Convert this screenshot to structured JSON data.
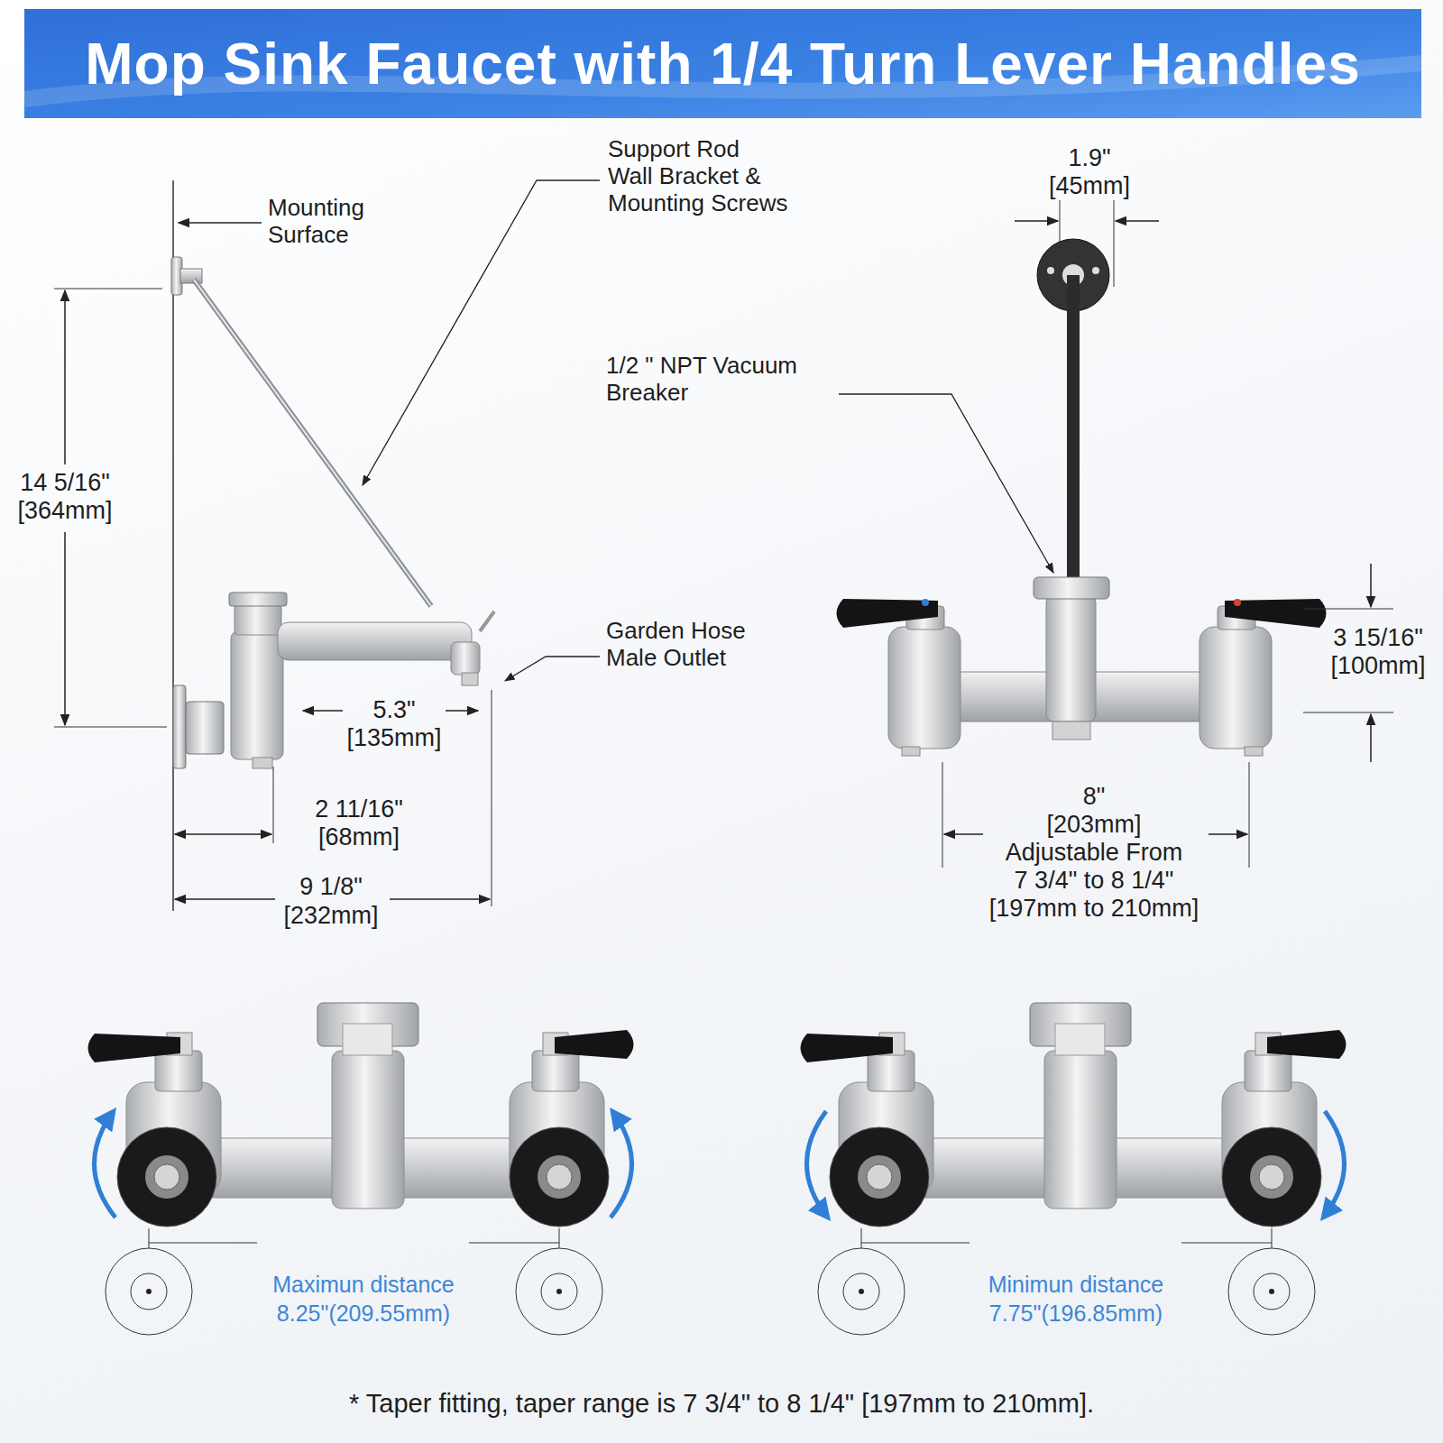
{
  "diagram": {
    "title": "Mop Sink Faucet with 1/4 Turn Lever Handles",
    "labels": [
      "Mounting Surface",
      "Support Rod Wall Bracket & Mounting Screws",
      "1.9\"",
      "[45mm]",
      "1/2 \" NPT Vacuum Breaker",
      "14 5/16\"",
      "[364mm]",
      "Garden Hose Male Outlet",
      "3 15/16\"",
      "[100mm]",
      "5.3\"",
      "[135mm]",
      "8\"",
      "[203mm]",
      "Adjustable From 7 3/4\" to 8 1/4\"",
      "[197mm to 210mm]",
      "2 11/16\"",
      "[68mm]",
      "9 1/8\"",
      "[232mm]",
      "Maximun distance",
      "8.25\"(209.55mm)",
      "Minimun distance",
      "7.75\"(196.85mm)",
      "* Taper fitting, taper range is 7 3/4\" to 8 1/4\" [197mm to 210mm]."
    ]
  }
}
